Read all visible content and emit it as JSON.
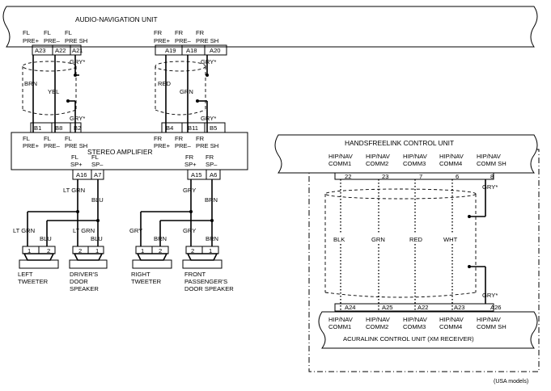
{
  "audio_nav": {
    "title": "AUDIO-NAVIGATION UNIT",
    "pins": [
      {
        "l1": "FL",
        "l2": "PRE+",
        "pin": "A23"
      },
      {
        "l1": "FL",
        "l2": "PRE–",
        "pin": "A22"
      },
      {
        "l1": "FL",
        "l2": "PRE SH",
        "pin": "A21"
      },
      {
        "l1": "FR",
        "l2": "PRE+",
        "pin": "A19"
      },
      {
        "l1": "FR",
        "l2": "PRE–",
        "pin": "A18"
      },
      {
        "l1": "FR",
        "l2": "PRE SH",
        "pin": "A20"
      }
    ]
  },
  "wires_upper": {
    "left_pos": "BRN",
    "left_neg": "YEL",
    "right_pos": "RED",
    "right_neg": "GRN",
    "gry": "GRY*"
  },
  "amplifier": {
    "title": "STEREO AMPLIFIER",
    "in_pins": [
      {
        "l1": "FL",
        "l2": "PRE+",
        "pin": "B1"
      },
      {
        "l1": "FL",
        "l2": "PRE–",
        "pin": "B8"
      },
      {
        "l1": "FL",
        "l2": "PRE SH",
        "pin": "B2"
      },
      {
        "l1": "FR",
        "l2": "PRE+",
        "pin": "B4"
      },
      {
        "l1": "FR",
        "l2": "PRE–",
        "pin": "B11"
      },
      {
        "l1": "FR",
        "l2": "PRE SH",
        "pin": "B5"
      }
    ],
    "out_pins": [
      {
        "l1": "FL",
        "l2": "SP+",
        "pin": "A16"
      },
      {
        "l1": "FL",
        "l2": "SP–",
        "pin": "A7"
      },
      {
        "l1": "FR",
        "l2": "SP+",
        "pin": "A15"
      },
      {
        "l1": "FR",
        "l2": "SP–",
        "pin": "A6"
      }
    ]
  },
  "speaker_wires": {
    "lt_grn": "LT GRN",
    "blu": "BLU",
    "gry": "GRY",
    "brn": "BRN"
  },
  "speakers": [
    {
      "name": "LEFT\nTWEETER",
      "p1": "1",
      "p2": "2",
      "w1": "LT GRN",
      "w2": "BLU"
    },
    {
      "name": "DRIVER'S\nDOOR\nSPEAKER",
      "p1": "2",
      "p2": "1",
      "w1": "LT GRN",
      "w2": "BLU"
    },
    {
      "name": "RIGHT\nTWEETER",
      "p1": "1",
      "p2": "2",
      "w1": "GRY",
      "w2": "BRN"
    },
    {
      "name": "FRONT\nPASSENGER'S\nDOOR SPEAKER",
      "p1": "2",
      "p2": "1",
      "w1": "GRY",
      "w2": "BRN"
    }
  ],
  "hfl": {
    "title": "HANDSFREELINK CONTROL UNIT",
    "pins": [
      {
        "l1": "HIP/NAV",
        "l2": "COMM1",
        "pin": "22"
      },
      {
        "l1": "HIP/NAV",
        "l2": "COMM2",
        "pin": "23"
      },
      {
        "l1": "HIP/NAV",
        "l2": "COMM3",
        "pin": "7"
      },
      {
        "l1": "HIP/NAV",
        "l2": "COMM4",
        "pin": "6"
      },
      {
        "l1": "HIP/NAV",
        "l2": "COMM SH",
        "pin": "8"
      }
    ],
    "wires": [
      "BLK",
      "GRN",
      "RED",
      "WHT"
    ],
    "gry": "GRY*"
  },
  "acuralink": {
    "title": "ACURALINK CONTROL UNIT (XM RECEIVER)",
    "pins": [
      {
        "l1": "HIP/NAV",
        "l2": "COMM1",
        "pin": "A24"
      },
      {
        "l1": "HIP/NAV",
        "l2": "COMM2",
        "pin": "A25"
      },
      {
        "l1": "HIP/NAV",
        "l2": "COMM3",
        "pin": "A22"
      },
      {
        "l1": "HIP/NAV",
        "l2": "COMM4",
        "pin": "A23"
      },
      {
        "l1": "HIP/NAV",
        "l2": "COMM SH",
        "pin": "A26"
      }
    ]
  },
  "footnote": "(USA models)"
}
